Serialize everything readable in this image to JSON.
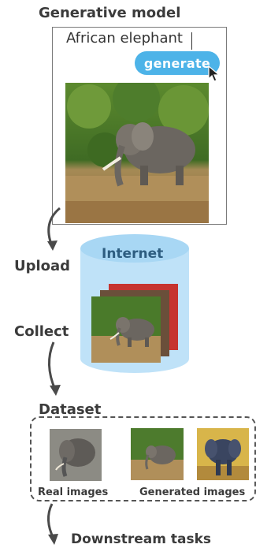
{
  "generative_model": {
    "title": "Generative model",
    "prompt_text": "African elephant",
    "generate_label": "generate"
  },
  "flow": {
    "upload": "Upload",
    "collect": "Collect",
    "dataset": "Dataset",
    "downstream": "Downstream tasks"
  },
  "internet": {
    "label": "Internet"
  },
  "dataset": {
    "real_label": "Real images",
    "generated_label": "Generated images"
  },
  "colors": {
    "cylinder": "#bfe2f8",
    "generate_button": "#4db3e8",
    "arrow": "#4a4a4a"
  }
}
